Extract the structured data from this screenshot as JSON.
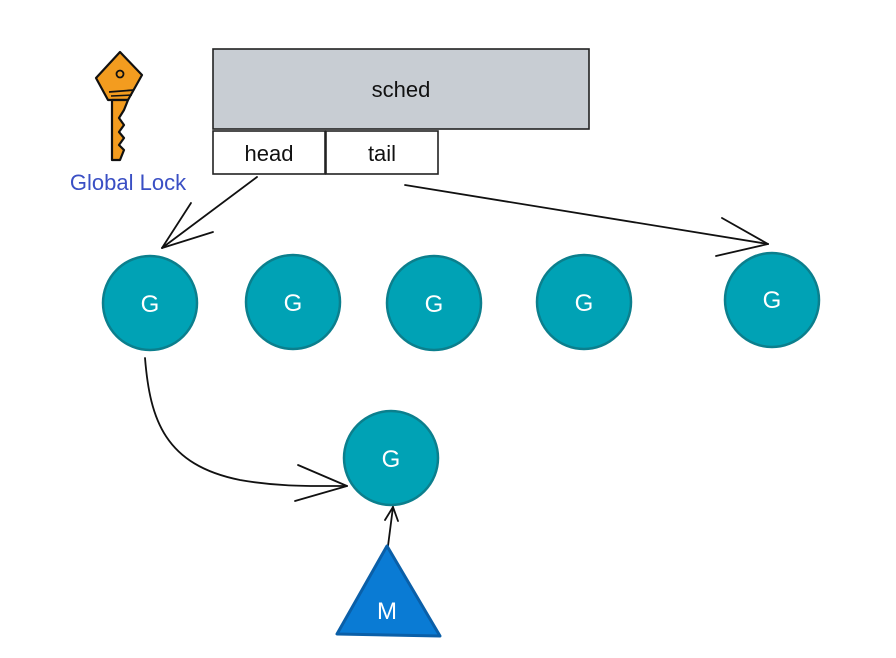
{
  "lock": {
    "label": "Global Lock",
    "icon": "key-icon",
    "color": "#f39c1f",
    "label_color": "#3a4fc4"
  },
  "sched": {
    "label": "sched",
    "fill": "#c8cdd3",
    "fields": [
      {
        "label": "head"
      },
      {
        "label": "tail"
      }
    ]
  },
  "queue": {
    "node_color": "#00a2b5",
    "nodes": [
      {
        "label": "G",
        "role": "head"
      },
      {
        "label": "G"
      },
      {
        "label": "G"
      },
      {
        "label": "G"
      },
      {
        "label": "G",
        "role": "tail"
      }
    ]
  },
  "running": {
    "goroutine": {
      "label": "G"
    },
    "machine": {
      "label": "M",
      "color": "#0a7bd4"
    }
  }
}
